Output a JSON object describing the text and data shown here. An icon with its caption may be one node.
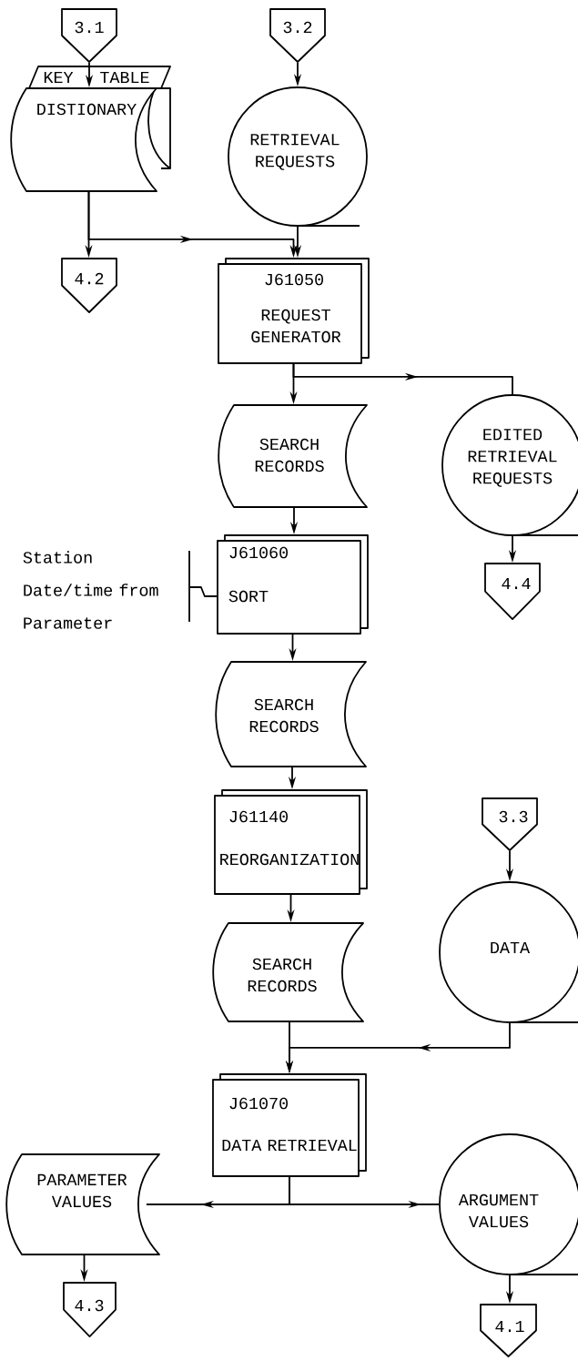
{
  "diagram": {
    "nodes": [
      {
        "text": [
          "3.1"
        ]
      },
      {
        "text": [
          "3.2"
        ]
      },
      {
        "text": [
          "KEY",
          "TABLE",
          "DISTIONARY"
        ]
      },
      {
        "text": [
          "RETRIEVAL REQUESTS"
        ]
      },
      {
        "text": [
          "4.2"
        ]
      },
      {
        "text": [
          "J61050",
          "REQUEST GENERATOR"
        ]
      },
      {
        "text": [
          "SEARCH RECORDS"
        ]
      },
      {
        "text": [
          "EDITED RETRIEVAL REQUESTS"
        ]
      },
      {
        "text": [
          "4.4"
        ]
      },
      {
        "text": [
          "J61060",
          "SORT"
        ]
      },
      {
        "text": [
          "SEARCH RECORDS"
        ]
      },
      {
        "text": [
          "J61140",
          "REORGANIZATION"
        ]
      },
      {
        "text": [
          "3.3"
        ]
      },
      {
        "text": [
          "DATA"
        ]
      },
      {
        "text": [
          "SEARCH RECORDS"
        ]
      },
      {
        "text": [
          "J61070",
          "DATA RETRIEVAL"
        ]
      },
      {
        "text": [
          "PARAMETER VALUES"
        ]
      },
      {
        "text": [
          "4.3"
        ]
      },
      {
        "text": [
          "ARGUMENT VALUES"
        ]
      },
      {
        "text": [
          "4.1"
        ]
      },
      {
        "text": [
          "Station Date/time from Parameter"
        ]
      }
    ],
    "edges": [
      {
        "from": 0,
        "to": 2,
        "arrow": "to"
      },
      {
        "from": 1,
        "to": 3,
        "arrow": "to"
      },
      {
        "from": 2,
        "to": 4,
        "arrow": "to"
      },
      {
        "from": 2,
        "to": 5,
        "arrow": "to"
      },
      {
        "from": 3,
        "to": 5,
        "arrow": "to"
      },
      {
        "from": 5,
        "to": 6,
        "arrow": "to"
      },
      {
        "from": 5,
        "to": 7,
        "arrow": "to"
      },
      {
        "from": 6,
        "to": 9,
        "arrow": "to"
      },
      {
        "from": 7,
        "to": 8,
        "arrow": "to"
      },
      {
        "from": 9,
        "to": 10,
        "arrow": "to"
      },
      {
        "from": 10,
        "to": 11,
        "arrow": "to"
      },
      {
        "from": 11,
        "to": 14,
        "arrow": "to"
      },
      {
        "from": 12,
        "to": 13,
        "arrow": "to"
      },
      {
        "from": 13,
        "to": 15,
        "arrow": "to"
      },
      {
        "from": 14,
        "to": 15,
        "arrow": "to"
      },
      {
        "from": 15,
        "to": 16,
        "arrow": "to"
      },
      {
        "from": 15,
        "to": 18,
        "arrow": "to"
      },
      {
        "from": 16,
        "to": 17,
        "arrow": "to"
      },
      {
        "from": 18,
        "to": 19,
        "arrow": "to"
      },
      {
        "from": 20,
        "to": 9,
        "arrow": "none"
      }
    ]
  }
}
